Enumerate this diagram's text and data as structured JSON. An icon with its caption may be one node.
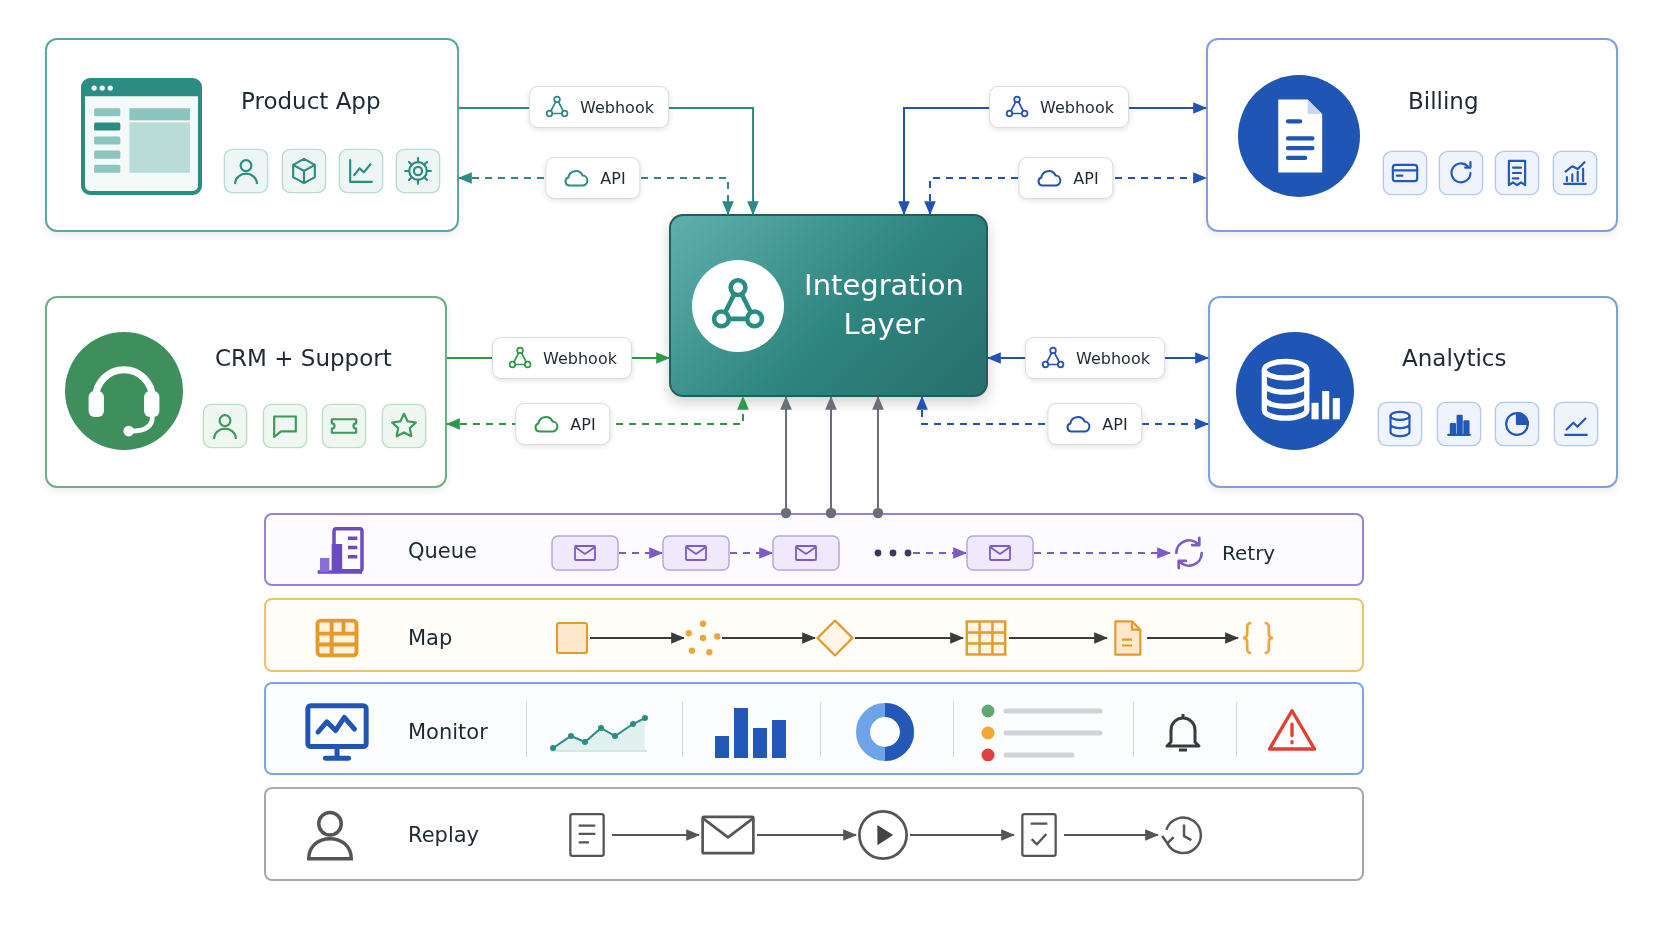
{
  "diagram": {
    "nodes": [
      {
        "text": [
          "Product App"
        ]
      },
      {
        "text": [
          "Billing"
        ]
      },
      {
        "text": [
          "CRM + Support"
        ]
      },
      {
        "text": [
          "Analytics"
        ]
      },
      {
        "text": [
          "Integration Layer"
        ]
      },
      {
        "text": [
          "Queue"
        ]
      },
      {
        "text": [
          "Map"
        ]
      },
      {
        "text": [
          "Monitor"
        ]
      },
      {
        "text": [
          "Replay"
        ]
      },
      {
        "text": [],
        "shape": "envelope",
        "in": 5
      },
      {
        "text": [],
        "shape": "envelope",
        "in": 5
      },
      {
        "text": [],
        "shape": "envelope",
        "in": 5
      },
      {
        "text": [],
        "shape": "dots",
        "in": 5
      },
      {
        "text": [],
        "shape": "envelope",
        "in": 5
      },
      {
        "text": [
          "Retry"
        ],
        "in": 5
      },
      {
        "text": [],
        "shape": "box",
        "in": 6
      },
      {
        "text": [],
        "shape": "dots",
        "in": 6
      },
      {
        "text": [],
        "shape": "diamond",
        "in": 6
      },
      {
        "text": [],
        "shape": "table",
        "in": 6
      },
      {
        "text": [],
        "shape": "document",
        "in": 6
      },
      {
        "text": [],
        "shape": "braces",
        "in": 6
      },
      {
        "text": [],
        "shape": "document",
        "in": 8
      },
      {
        "text": [],
        "shape": "envelope",
        "in": 8
      },
      {
        "text": [],
        "shape": "circle",
        "in": 8
      },
      {
        "text": [],
        "shape": "document",
        "in": 8
      },
      {
        "text": [],
        "shape": "clock",
        "in": 8
      }
    ],
    "edges": [
      {
        "from": 0,
        "to": 4,
        "arrow": "to",
        "label": "Webhook",
        "color": "#2a8c83"
      },
      {
        "from": 0,
        "to": 4,
        "arrow": "both",
        "label": "API",
        "style": "dashed",
        "color": "#2a8c83"
      },
      {
        "from": 4,
        "to": 1,
        "arrow": "both",
        "label": "Webhook",
        "color": "#2152b3"
      },
      {
        "from": 4,
        "to": 1,
        "arrow": "both",
        "label": "API",
        "style": "dashed",
        "color": "#2152b3"
      },
      {
        "from": 2,
        "to": 4,
        "arrow": "to",
        "label": "Webhook",
        "color": "#2e9a48"
      },
      {
        "from": 2,
        "to": 4,
        "arrow": "both",
        "label": "API",
        "style": "dashed",
        "color": "#2e9a48"
      },
      {
        "from": 4,
        "to": 3,
        "arrow": "both",
        "label": "Webhook",
        "color": "#2152b3"
      },
      {
        "from": 4,
        "to": 3,
        "arrow": "both",
        "label": "API",
        "style": "dashed",
        "color": "#2152b3"
      },
      {
        "from": 5,
        "to": 4,
        "arrow": "to",
        "color": "#6a6e78"
      },
      {
        "from": 5,
        "to": 4,
        "arrow": "to",
        "color": "#6a6e78"
      },
      {
        "from": 5,
        "to": 4,
        "arrow": "to",
        "color": "#6a6e78"
      },
      {
        "from": 9,
        "to": 10,
        "arrow": "to",
        "style": "dashed",
        "color": "#7a5cc8"
      },
      {
        "from": 10,
        "to": 11,
        "arrow": "to",
        "style": "dashed",
        "color": "#7a5cc8"
      },
      {
        "from": 12,
        "to": 13,
        "arrow": "to",
        "style": "dashed",
        "color": "#7a5cc8"
      },
      {
        "from": 13,
        "to": 14,
        "arrow": "to",
        "style": "dashed",
        "color": "#7a5cc8"
      },
      {
        "from": 15,
        "to": 16,
        "arrow": "to",
        "color": "#3a3a3a"
      },
      {
        "from": 16,
        "to": 17,
        "arrow": "to",
        "color": "#3a3a3a"
      },
      {
        "from": 17,
        "to": 18,
        "arrow": "to",
        "color": "#3a3a3a"
      },
      {
        "from": 18,
        "to": 19,
        "arrow": "to",
        "color": "#3a3a3a"
      },
      {
        "from": 19,
        "to": 20,
        "arrow": "to",
        "color": "#3a3a3a"
      },
      {
        "from": 21,
        "to": 22,
        "arrow": "to",
        "color": "#555555"
      },
      {
        "from": 22,
        "to": 23,
        "arrow": "to",
        "color": "#555555"
      },
      {
        "from": 23,
        "to": 24,
        "arrow": "to",
        "color": "#555555"
      },
      {
        "from": 24,
        "to": 25,
        "arrow": "to",
        "color": "#555555"
      }
    ]
  }
}
